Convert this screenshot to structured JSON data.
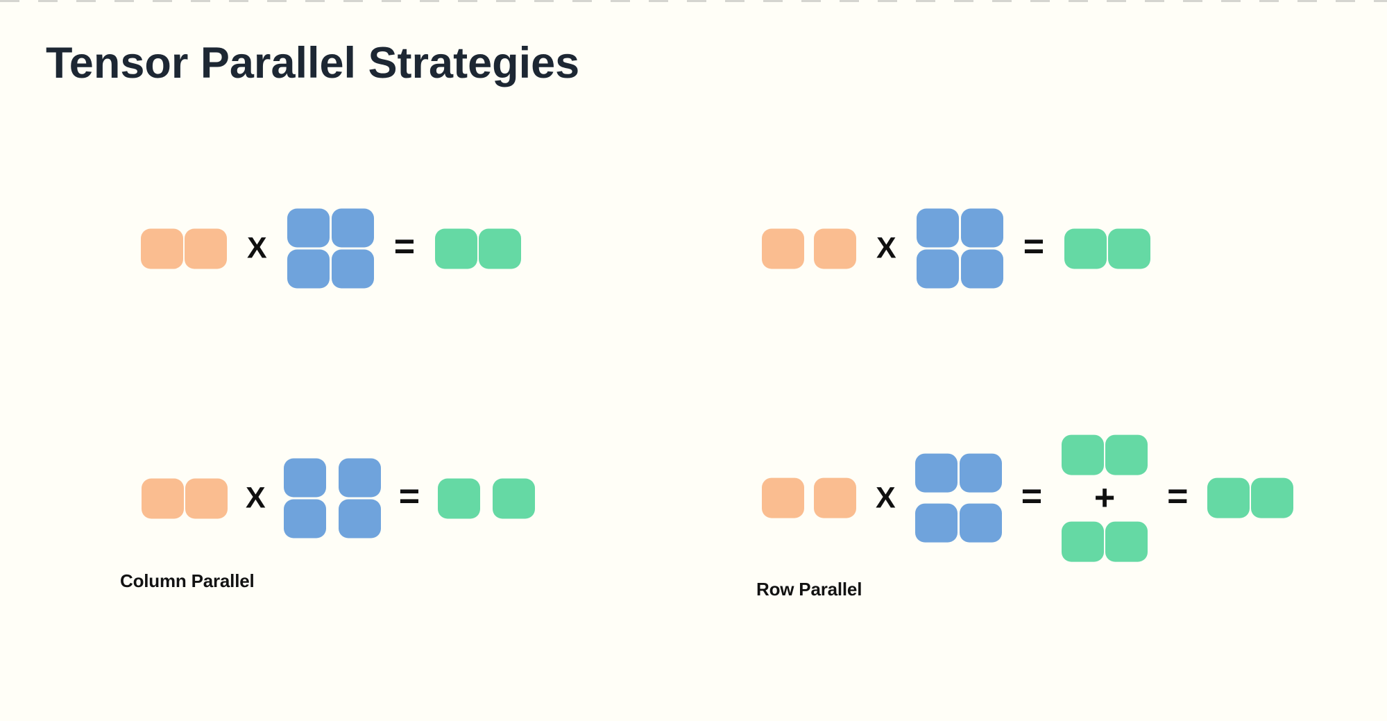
{
  "page": {
    "background": "#FFFEF7",
    "top_strip_color": "#D5D5D0"
  },
  "title": {
    "text": "Tensor Parallel Strategies"
  },
  "palette": {
    "input": "#FABD90",
    "weight": "#6FA3DC",
    "output": "#65D9A4"
  },
  "operators": {
    "multiply": "X",
    "equals": "=",
    "plus": "+"
  },
  "captions": {
    "column_parallel": "Column Parallel",
    "row_parallel": "Row Parallel"
  },
  "diagrams": [
    {
      "name": "full-multiply-left",
      "tokens": [
        {
          "kind": "matrix",
          "role": "input",
          "rows": 1,
          "cols": 2,
          "split": "none"
        },
        {
          "kind": "op",
          "op": "multiply"
        },
        {
          "kind": "matrix",
          "role": "weight",
          "rows": 2,
          "cols": 2,
          "split": "none"
        },
        {
          "kind": "op",
          "op": "equals"
        },
        {
          "kind": "matrix",
          "role": "output",
          "rows": 1,
          "cols": 2,
          "split": "none"
        }
      ]
    },
    {
      "name": "full-multiply-right",
      "tokens": [
        {
          "kind": "matrix",
          "role": "input",
          "rows": 1,
          "cols": 2,
          "split": "cols-small"
        },
        {
          "kind": "op",
          "op": "multiply"
        },
        {
          "kind": "matrix",
          "role": "weight",
          "rows": 2,
          "cols": 2,
          "split": "none"
        },
        {
          "kind": "op",
          "op": "equals"
        },
        {
          "kind": "matrix",
          "role": "output",
          "rows": 1,
          "cols": 2,
          "split": "none"
        }
      ]
    },
    {
      "name": "column-parallel",
      "tokens": [
        {
          "kind": "matrix",
          "role": "input",
          "rows": 1,
          "cols": 2,
          "split": "none"
        },
        {
          "kind": "op",
          "op": "multiply"
        },
        {
          "kind": "matrix",
          "role": "weight",
          "rows": 2,
          "cols": 2,
          "split": "cols"
        },
        {
          "kind": "op",
          "op": "equals"
        },
        {
          "kind": "matrix",
          "role": "output",
          "rows": 1,
          "cols": 2,
          "split": "cols"
        }
      ]
    },
    {
      "name": "row-parallel",
      "tokens": [
        {
          "kind": "matrix",
          "role": "input",
          "rows": 1,
          "cols": 2,
          "split": "cols-small"
        },
        {
          "kind": "op",
          "op": "multiply"
        },
        {
          "kind": "matrix",
          "role": "weight",
          "rows": 2,
          "cols": 2,
          "split": "rows"
        },
        {
          "kind": "op",
          "op": "equals"
        },
        {
          "kind": "stack",
          "items": [
            {
              "kind": "matrix",
              "role": "output",
              "rows": 1,
              "cols": 2,
              "split": "none"
            },
            {
              "kind": "op",
              "op": "plus"
            },
            {
              "kind": "matrix",
              "role": "output",
              "rows": 1,
              "cols": 2,
              "split": "none"
            }
          ]
        },
        {
          "kind": "op",
          "op": "equals"
        },
        {
          "kind": "matrix",
          "role": "output",
          "rows": 1,
          "cols": 2,
          "split": "none"
        }
      ]
    }
  ]
}
